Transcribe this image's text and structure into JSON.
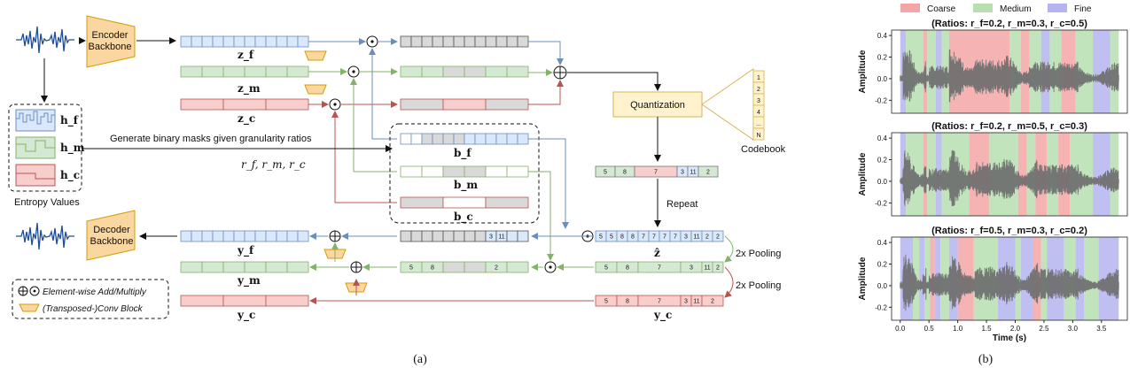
{
  "diagram": {
    "encoder_label": [
      "Encoder",
      "Backbone"
    ],
    "decoder_label": [
      "Decoder",
      "Backbone"
    ],
    "quantization_label": "Quantization",
    "codebook_label": "Codebook",
    "codebook_entries": [
      "1",
      "2",
      "3",
      "4",
      "...",
      "N"
    ],
    "z_f": "z_f",
    "z_m": "z_m",
    "z_c": "z_c",
    "h_f": "h_f",
    "h_m": "h_m",
    "h_c": "h_c",
    "b_f": "b_f",
    "b_m": "b_m",
    "b_c": "b_c",
    "y_f": "y_f",
    "y_m": "y_m",
    "y_c": "y_c",
    "z_hat": "ẑ",
    "y_c_right": "y_c",
    "entropy_label": "Entropy Values",
    "mask_text": "Generate binary masks given granularity ratios",
    "ratios_text": "r_f, r_m, r_c",
    "repeat_label": "Repeat",
    "pool1_label": "2x Pooling",
    "pool2_label": "2x Pooling",
    "legend_add_mul": "Element-wise Add/Multiply",
    "legend_conv": "(Transposed-)Conv Block",
    "caption_a": "(a)",
    "caption_b": "(b)",
    "token_row_quant": [
      "5",
      "8",
      "7",
      "3",
      "11",
      "2"
    ],
    "token_row_zhat": [
      "5",
      "5",
      "8",
      "8",
      "7",
      "7",
      "7",
      "7",
      "3",
      "11",
      "2",
      "2"
    ],
    "token_row_fine_out": [
      "3",
      "11"
    ],
    "token_row_mid_out": [
      "5",
      "8",
      "2"
    ],
    "token_row_pool1": [
      "5",
      "8",
      "7",
      "3",
      "11",
      "2"
    ],
    "token_row_pool2": [
      "5",
      "8",
      "7",
      "3",
      "11",
      "2"
    ],
    "colors": {
      "fine": "#6c8ebf",
      "medium": "#82b366",
      "coarse": "#b85450",
      "fine_fill": "#dae8fc",
      "medium_fill": "#d5e8d4",
      "coarse_fill": "#f8cecc",
      "gray_fill": "#d9d9d9",
      "orange": "#fad7a0"
    }
  },
  "chart_data": [
    {
      "type": "area",
      "title": "(Ratios: r_f=0.2, r_m=0.3, r_c=0.5)",
      "ylabel": "Amplitude",
      "xlabel": "",
      "xlim": [
        -0.15,
        3.95
      ],
      "ylim": [
        -0.32,
        0.45
      ],
      "yticks": [
        -0.2,
        0.0,
        0.2,
        0.4
      ],
      "xticks": [],
      "legend": [
        "Coarse",
        "Medium",
        "Fine"
      ],
      "legend_position": "top",
      "regions": [
        {
          "start": 0.0,
          "end": 0.1,
          "cls": "fine"
        },
        {
          "start": 0.1,
          "end": 0.4,
          "cls": "medium"
        },
        {
          "start": 0.4,
          "end": 0.47,
          "cls": "coarse"
        },
        {
          "start": 0.47,
          "end": 0.62,
          "cls": "medium"
        },
        {
          "start": 0.62,
          "end": 0.72,
          "cls": "fine"
        },
        {
          "start": 0.72,
          "end": 0.85,
          "cls": "medium"
        },
        {
          "start": 0.85,
          "end": 1.9,
          "cls": "coarse"
        },
        {
          "start": 1.9,
          "end": 2.1,
          "cls": "medium"
        },
        {
          "start": 2.1,
          "end": 2.25,
          "cls": "coarse"
        },
        {
          "start": 2.25,
          "end": 2.45,
          "cls": "medium"
        },
        {
          "start": 2.45,
          "end": 2.6,
          "cls": "fine"
        },
        {
          "start": 2.6,
          "end": 2.8,
          "cls": "medium"
        },
        {
          "start": 2.8,
          "end": 3.05,
          "cls": "coarse"
        },
        {
          "start": 3.05,
          "end": 3.35,
          "cls": "medium"
        },
        {
          "start": 3.35,
          "end": 3.65,
          "cls": "fine"
        },
        {
          "start": 3.65,
          "end": 3.8,
          "cls": "medium"
        }
      ]
    },
    {
      "type": "area",
      "title": "(Ratios: r_f=0.2, r_m=0.5, r_c=0.3)",
      "ylabel": "Amplitude",
      "xlabel": "",
      "xlim": [
        -0.15,
        3.95
      ],
      "ylim": [
        -0.32,
        0.45
      ],
      "yticks": [
        -0.2,
        0.0,
        0.2,
        0.4
      ],
      "xticks": [],
      "regions": [
        {
          "start": 0.0,
          "end": 0.1,
          "cls": "fine"
        },
        {
          "start": 0.1,
          "end": 0.4,
          "cls": "medium"
        },
        {
          "start": 0.4,
          "end": 0.47,
          "cls": "coarse"
        },
        {
          "start": 0.47,
          "end": 0.62,
          "cls": "medium"
        },
        {
          "start": 0.62,
          "end": 0.72,
          "cls": "fine"
        },
        {
          "start": 0.72,
          "end": 1.2,
          "cls": "medium"
        },
        {
          "start": 1.2,
          "end": 1.55,
          "cls": "coarse"
        },
        {
          "start": 1.55,
          "end": 2.05,
          "cls": "medium"
        },
        {
          "start": 2.05,
          "end": 2.2,
          "cls": "coarse"
        },
        {
          "start": 2.2,
          "end": 2.35,
          "cls": "medium"
        },
        {
          "start": 2.35,
          "end": 2.55,
          "cls": "coarse"
        },
        {
          "start": 2.55,
          "end": 2.75,
          "cls": "medium"
        },
        {
          "start": 2.75,
          "end": 2.95,
          "cls": "coarse"
        },
        {
          "start": 2.95,
          "end": 3.35,
          "cls": "medium"
        },
        {
          "start": 3.35,
          "end": 3.65,
          "cls": "fine"
        },
        {
          "start": 3.65,
          "end": 3.8,
          "cls": "medium"
        }
      ]
    },
    {
      "type": "area",
      "title": "(Ratios: r_f=0.5, r_m=0.3, r_c=0.2)",
      "ylabel": "Amplitude",
      "xlabel": "Time (s)",
      "xlim": [
        -0.15,
        3.95
      ],
      "ylim": [
        -0.32,
        0.45
      ],
      "yticks": [
        -0.2,
        0.0,
        0.2,
        0.4
      ],
      "xticks": [
        0.0,
        0.5,
        1.0,
        1.5,
        2.0,
        2.5,
        3.0,
        3.5
      ],
      "regions": [
        {
          "start": 0.0,
          "end": 0.22,
          "cls": "fine"
        },
        {
          "start": 0.22,
          "end": 0.33,
          "cls": "medium"
        },
        {
          "start": 0.33,
          "end": 0.42,
          "cls": "fine"
        },
        {
          "start": 0.42,
          "end": 0.52,
          "cls": "medium"
        },
        {
          "start": 0.52,
          "end": 0.6,
          "cls": "coarse"
        },
        {
          "start": 0.6,
          "end": 0.7,
          "cls": "fine"
        },
        {
          "start": 0.7,
          "end": 0.85,
          "cls": "medium"
        },
        {
          "start": 0.85,
          "end": 1.0,
          "cls": "fine"
        },
        {
          "start": 1.0,
          "end": 1.28,
          "cls": "coarse"
        },
        {
          "start": 1.28,
          "end": 1.7,
          "cls": "medium"
        },
        {
          "start": 1.7,
          "end": 2.0,
          "cls": "fine"
        },
        {
          "start": 2.0,
          "end": 2.1,
          "cls": "medium"
        },
        {
          "start": 2.1,
          "end": 2.3,
          "cls": "fine"
        },
        {
          "start": 2.3,
          "end": 2.45,
          "cls": "coarse"
        },
        {
          "start": 2.45,
          "end": 2.55,
          "cls": "medium"
        },
        {
          "start": 2.55,
          "end": 2.85,
          "cls": "fine"
        },
        {
          "start": 2.85,
          "end": 3.05,
          "cls": "medium"
        },
        {
          "start": 3.05,
          "end": 3.2,
          "cls": "fine"
        },
        {
          "start": 3.2,
          "end": 3.45,
          "cls": "medium"
        },
        {
          "start": 3.45,
          "end": 3.8,
          "cls": "fine"
        }
      ]
    }
  ]
}
